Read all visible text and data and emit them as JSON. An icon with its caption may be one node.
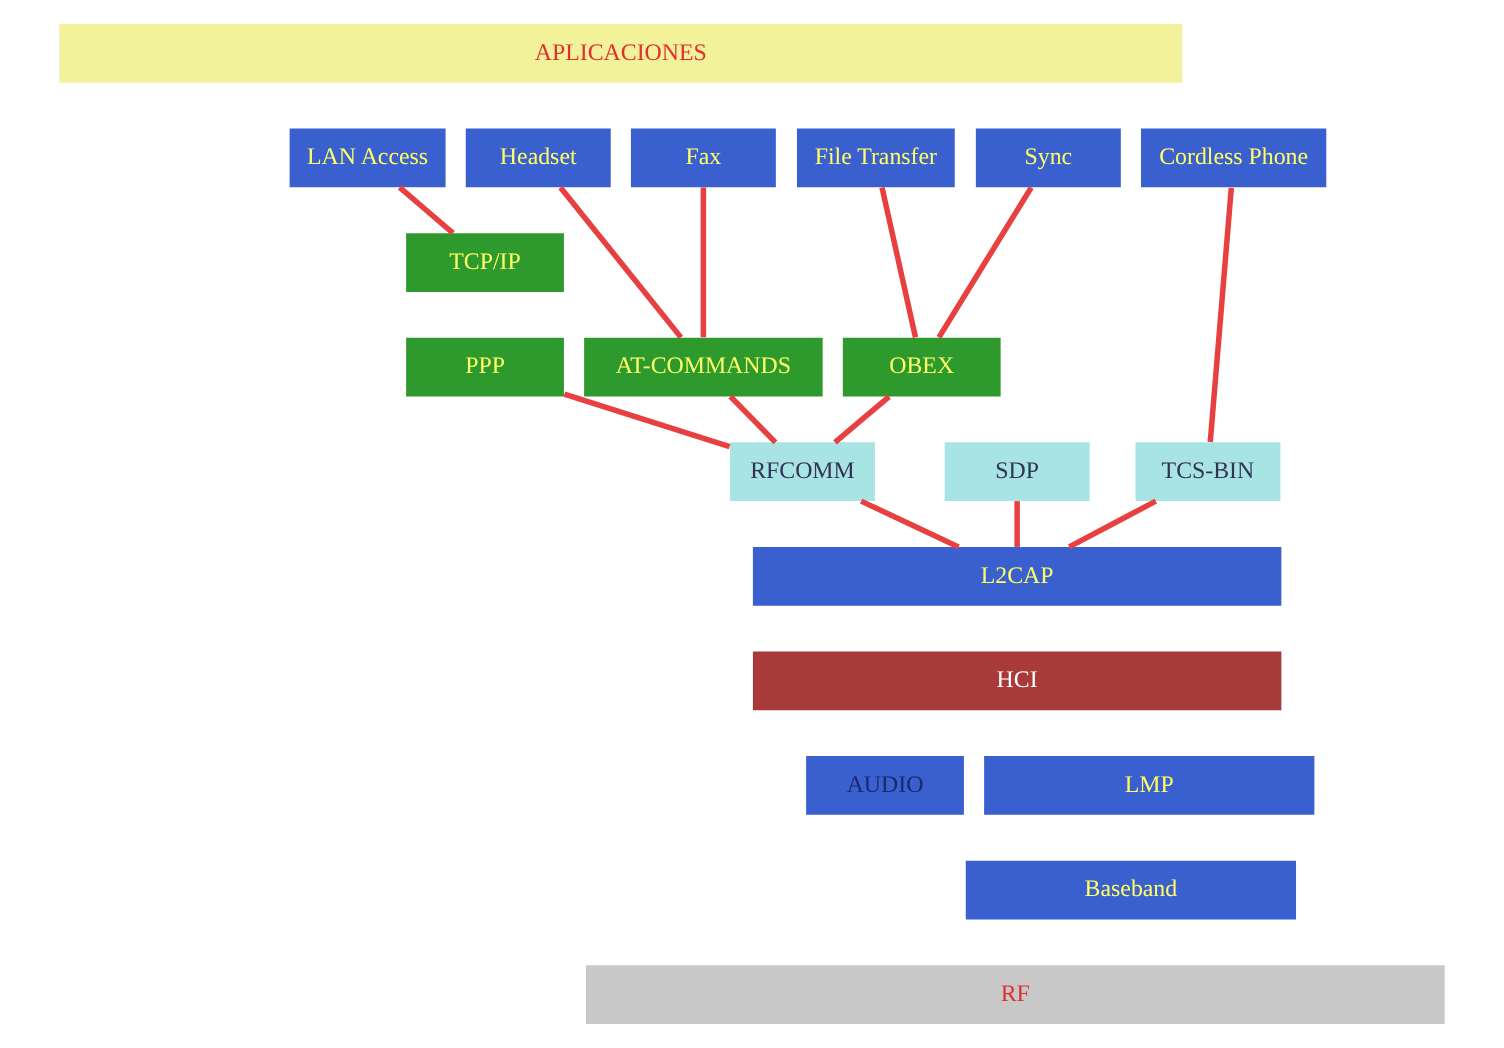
{
  "diagram": {
    "nodes": [
      {
        "text": [
          "APLICACIONES"
        ]
      },
      {
        "text": [
          "Sync"
        ]
      },
      {
        "text": [
          "File Transfer"
        ]
      },
      {
        "text": [
          "Fax"
        ]
      },
      {
        "text": [
          "Headset"
        ]
      },
      {
        "text": [
          "LAN Access"
        ]
      },
      {
        "text": [
          "Cordless Phone"
        ]
      },
      {
        "text": [
          "TCP/IP"
        ]
      },
      {
        "text": [
          "OBEX"
        ]
      },
      {
        "text": [
          "AT-COMMANDS"
        ]
      },
      {
        "text": [
          "PPP"
        ]
      },
      {
        "text": [
          "SDP"
        ]
      },
      {
        "text": [
          "RFCOMM"
        ]
      },
      {
        "text": [
          "TCS-BIN"
        ]
      },
      {
        "text": [
          "L2CAP"
        ]
      },
      {
        "text": [
          "HCI"
        ]
      },
      {
        "text": [
          "AUDIO"
        ]
      },
      {
        "text": [
          "LMP"
        ]
      },
      {
        "text": [
          "Baseband"
        ]
      },
      {
        "text": [
          "RF"
        ]
      }
    ],
    "edges": [
      {
        "from": 1,
        "to": 8,
        "arrow": "none"
      },
      {
        "from": 2,
        "to": 8,
        "arrow": "none"
      },
      {
        "from": 3,
        "to": 9,
        "arrow": "none"
      },
      {
        "from": 4,
        "to": 9,
        "arrow": "none"
      },
      {
        "from": 5,
        "to": 7,
        "arrow": "none"
      },
      {
        "from": 6,
        "to": 13,
        "arrow": "none"
      },
      {
        "from": 8,
        "to": 12,
        "arrow": "none"
      },
      {
        "from": 9,
        "to": 12,
        "arrow": "none"
      },
      {
        "from": 10,
        "to": 12,
        "arrow": "none"
      },
      {
        "from": 11,
        "to": 14,
        "arrow": "none"
      },
      {
        "from": 12,
        "to": 14,
        "arrow": "none"
      },
      {
        "from": 13,
        "to": 14,
        "arrow": "none"
      }
    ]
  }
}
